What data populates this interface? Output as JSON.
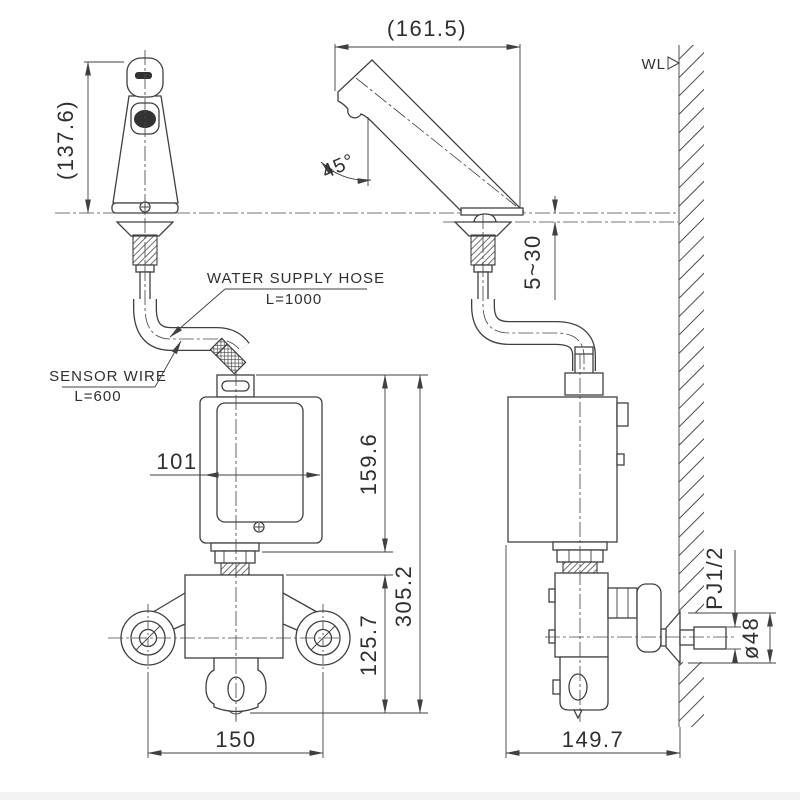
{
  "drawing": {
    "labels": {
      "wall": "WL",
      "hose_name": "WATER SUPPLY HOSE",
      "hose_length": "L=1000",
      "wire_name": "SENSOR WIRE",
      "wire_length": "L=600"
    },
    "dims": {
      "spout_reach": "(161.5)",
      "faucet_height": "(137.6)",
      "spout_angle": "45°",
      "deck_thickness": "5~30",
      "controller_width": "101",
      "controller_height": "159.6",
      "overall_height": "305.2",
      "valve_height": "125.7",
      "mount_pitch": "150",
      "wall_to_front": "149.7",
      "supply_thread": "PJ1/2",
      "escutcheon_diameter": "ø48"
    },
    "colors": {
      "line": "#404040",
      "text": "#2f2f2f",
      "background": "#ffffff"
    }
  }
}
